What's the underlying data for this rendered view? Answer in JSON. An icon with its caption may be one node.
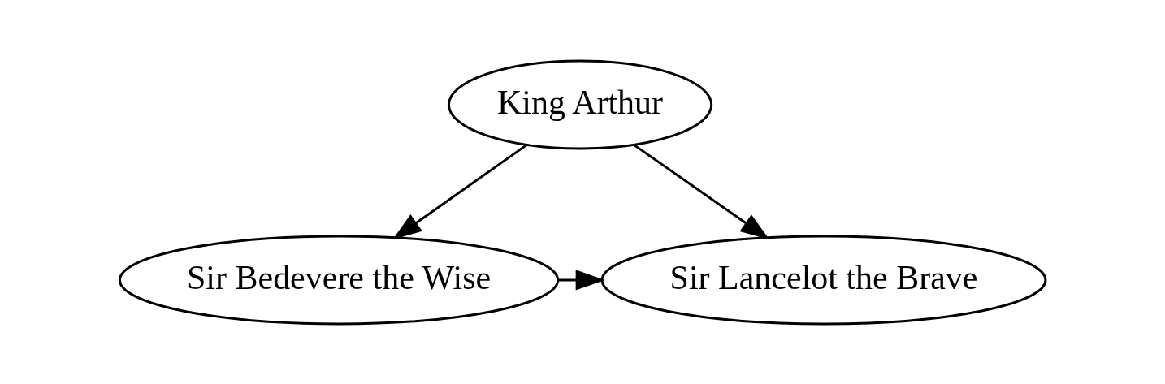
{
  "diagram": {
    "nodes": [
      {
        "text": [
          "King Arthur"
        ]
      },
      {
        "text": [
          "Sir Bedevere the Wise"
        ]
      },
      {
        "text": [
          "Sir Lancelot the Brave"
        ]
      }
    ],
    "edges": [
      {
        "from": 0,
        "to": 1,
        "arrow": "to"
      },
      {
        "from": 0,
        "to": 2,
        "arrow": "to"
      },
      {
        "from": 1,
        "to": 2,
        "arrow": "to"
      }
    ]
  }
}
